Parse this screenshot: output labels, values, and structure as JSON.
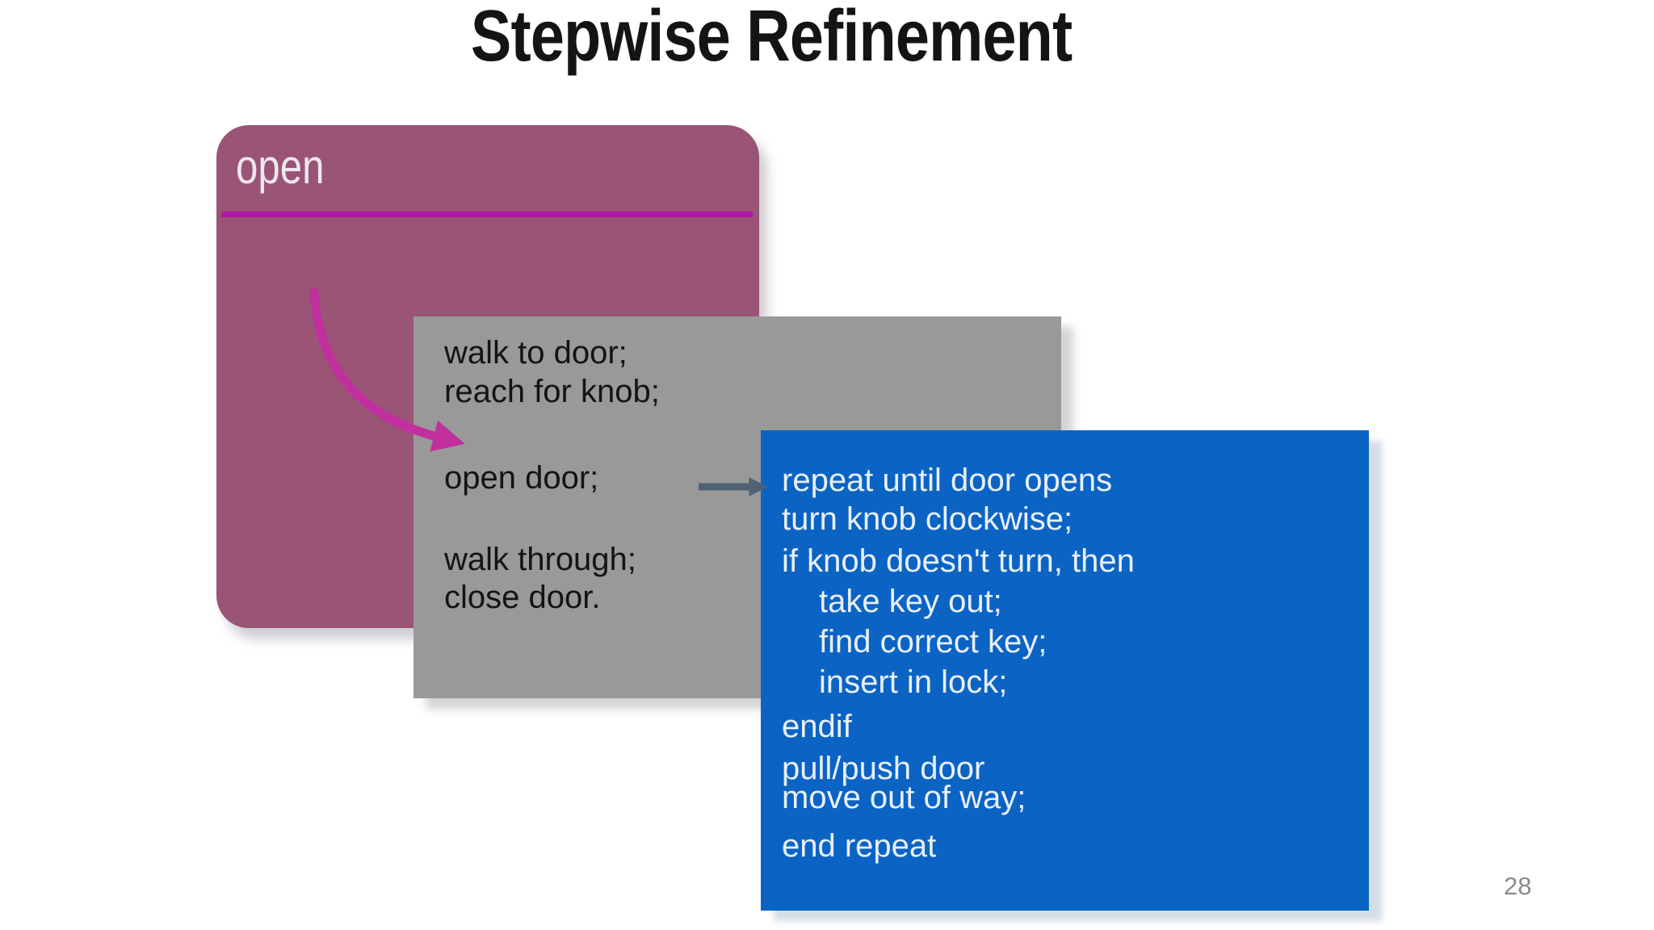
{
  "slide": {
    "title": "Stepwise Refinement",
    "page_number": "28"
  },
  "open_box": {
    "label": "open"
  },
  "gray_box": {
    "lines": [
      "walk to door;",
      "reach for knob;",
      "open door;",
      "walk through;",
      "close door."
    ]
  },
  "blue_box": {
    "lines": [
      "repeat until door opens",
      "turn knob clockwise;",
      "if knob doesn't turn, then",
      "take key out;",
      "find correct key;",
      "insert in lock;",
      "endif",
      "pull/push door",
      "move out of way;",
      "end repeat"
    ]
  },
  "colors": {
    "background": "#ffffff",
    "title_text": "#141414",
    "open_box_fill": "#9a5476",
    "open_box_divider": "#ad18a2",
    "open_box_text": "#ece7ec",
    "gray_box_fill": "#999999",
    "gray_box_text": "#141414",
    "blue_box_fill": "#0b64c4",
    "blue_box_text": "#e9eff6",
    "curved_arrow": "#c22f9e",
    "straight_arrow": "#4f6273",
    "page_number_text": "#8b8b8b"
  }
}
